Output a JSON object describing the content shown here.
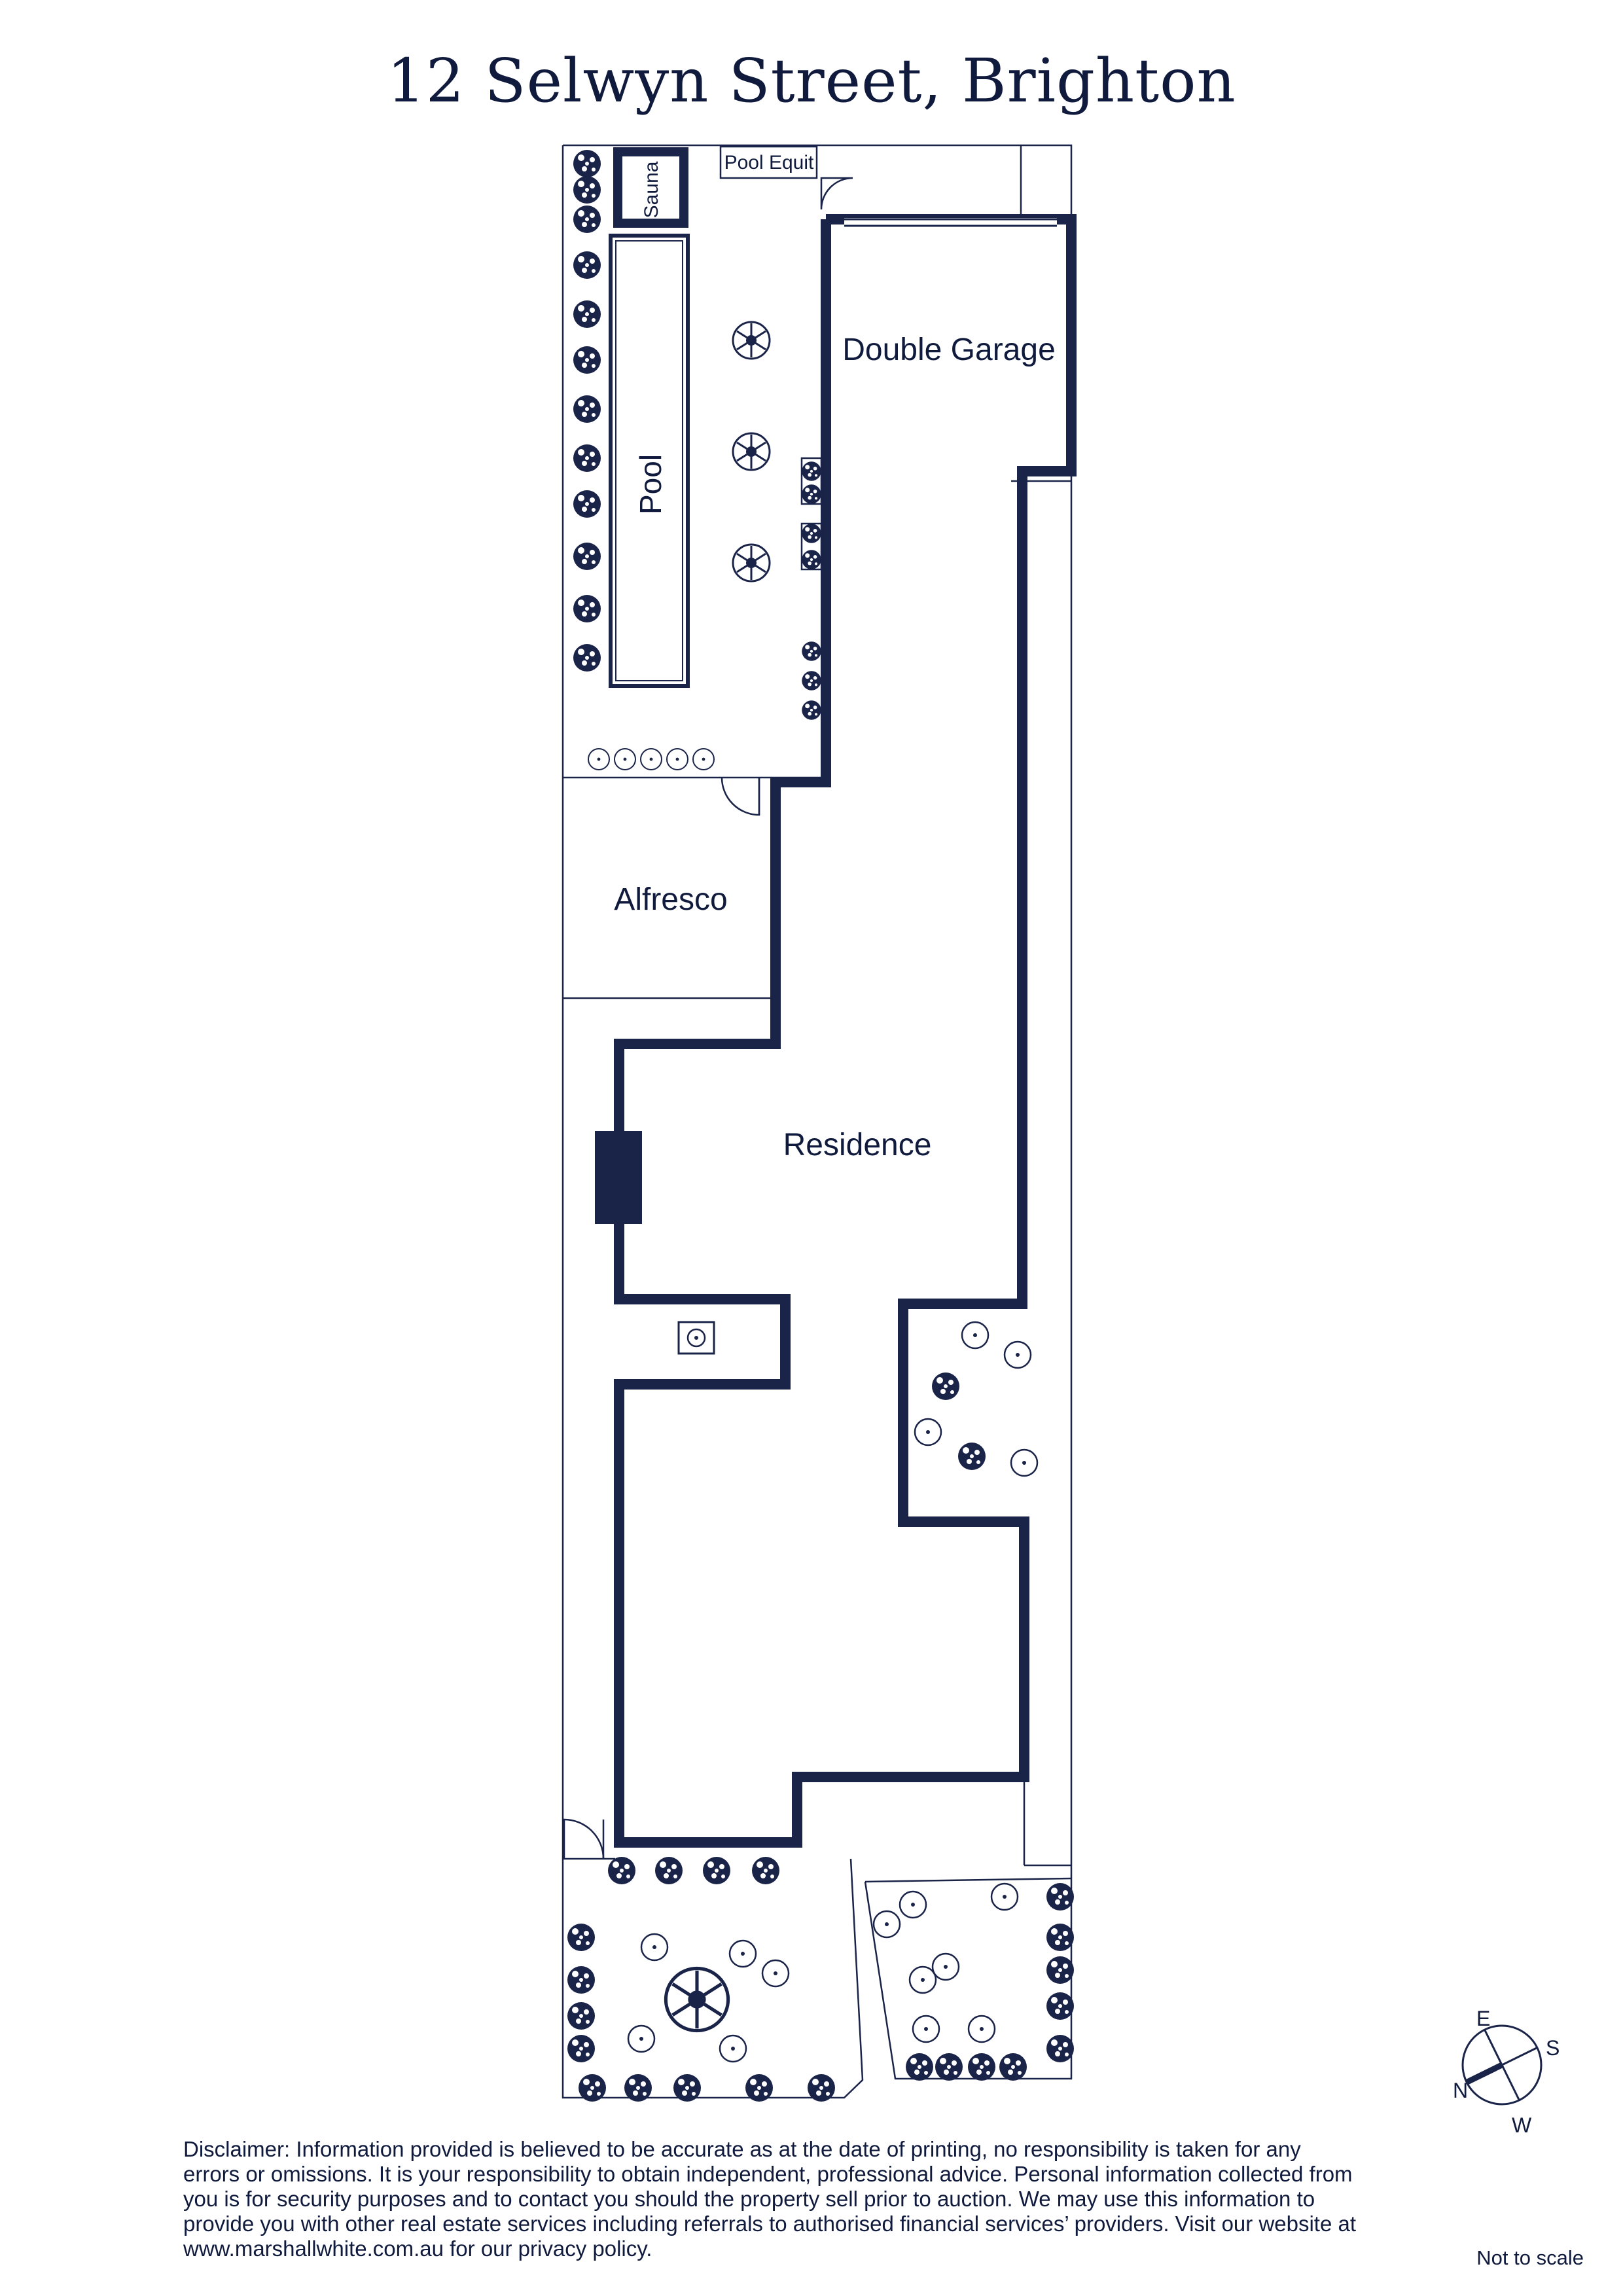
{
  "title": "12 Selwyn Street, Brighton",
  "rooms": {
    "sauna": "Sauna",
    "pool_equip": "Pool Equit",
    "pool": "Pool",
    "double_garage": "Double Garage",
    "alfresco": "Alfresco",
    "residence": "Residence"
  },
  "compass": {
    "n": "N",
    "e": "E",
    "s": "S",
    "w": "W"
  },
  "disclaimer": "Disclaimer: Information provided is believed to be accurate as at the date of printing, no responsibility is taken for any errors or omissions. It is your responsibility to obtain independent, professional advice. Personal information collected from you is for security purposes and to contact you should the property sell prior to auction. We may use this information to provide you with other real estate services including referrals to authorised financial services’ providers. Visit our website at www.marshallwhite.com.au for our privacy policy.",
  "scale_note": "Not to scale",
  "colors": {
    "ink": "#0f1a3d",
    "line": "#1a2348"
  }
}
